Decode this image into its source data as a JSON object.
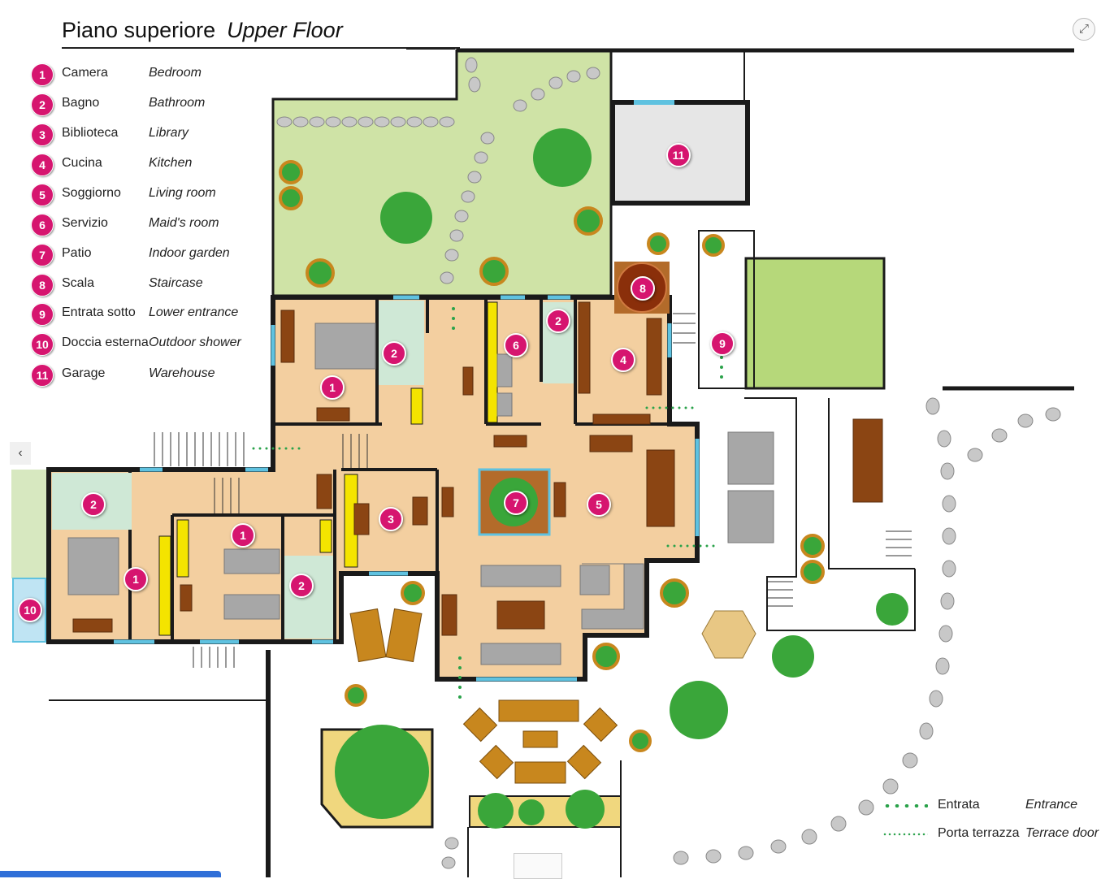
{
  "title": {
    "it": "Piano superiore",
    "en": "Upper Floor"
  },
  "legend": [
    {
      "num": "1",
      "it": "Camera",
      "en": "Bedroom"
    },
    {
      "num": "2",
      "it": "Bagno",
      "en": "Bathroom"
    },
    {
      "num": "3",
      "it": "Biblioteca",
      "en": "Library"
    },
    {
      "num": "4",
      "it": "Cucina",
      "en": "Kitchen"
    },
    {
      "num": "5",
      "it": "Soggiorno",
      "en": "Living room"
    },
    {
      "num": "6",
      "it": "Servizio",
      "en": "Maid's room"
    },
    {
      "num": "7",
      "it": "Patio",
      "en": "Indoor garden"
    },
    {
      "num": "8",
      "it": "Scala",
      "en": "Staircase"
    },
    {
      "num": "9",
      "it": "Entrata sotto",
      "en": "Lower entrance"
    },
    {
      "num": "10",
      "it": "Doccia esterna",
      "en": "Outdoor shower"
    },
    {
      "num": "11",
      "it": "Garage",
      "en": "Warehouse"
    }
  ],
  "markers": [
    "1",
    "1",
    "1",
    "2",
    "2",
    "2",
    "2",
    "3",
    "4",
    "5",
    "6",
    "7",
    "8",
    "9",
    "10",
    "11"
  ],
  "key": [
    {
      "it": "Entrata",
      "en": "Entrance"
    },
    {
      "it": "Porta terrazza",
      "en": "Terrace door"
    }
  ],
  "colors": {
    "badge": "#d6156f",
    "floor": "#f3cfa0",
    "lawn": "#cfe3a6",
    "wall": "#1a1a1a",
    "window": "#5fc2e0",
    "furniture": "#8b4513",
    "closet": "#f4e400",
    "tree": "#3aa63a",
    "bathroom": "#cfe8d6"
  },
  "icons": {
    "expand": "expand-icon",
    "previous": "chevron-left-icon"
  }
}
